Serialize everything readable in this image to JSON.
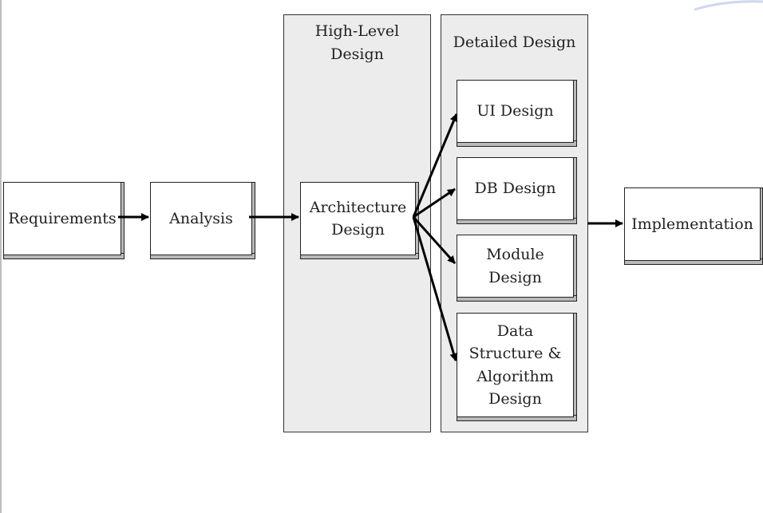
{
  "diagram": {
    "panels": {
      "high_level": "High-Level\nDesign",
      "detailed": "Detailed Design"
    },
    "boxes": {
      "requirements": "Requirements",
      "analysis": "Analysis",
      "architecture": "Architecture\nDesign",
      "ui_design": "UI Design",
      "db_design": "DB Design",
      "module_design": "Module\nDesign",
      "data_structure": "Data\nStructure &\nAlgorithm\nDesign",
      "implementation": "Implementation"
    },
    "colors": {
      "panel_fill": "#ececec",
      "box_fill": "#ffffff",
      "shadow": "#b9b9b9",
      "line": "#000000"
    }
  }
}
